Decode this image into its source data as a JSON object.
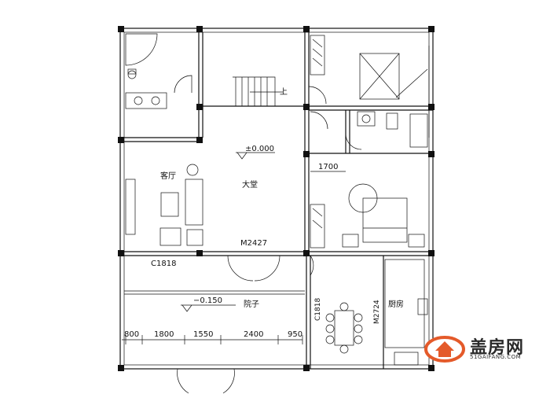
{
  "labels": {
    "hall": "大堂",
    "living": "客厅",
    "yard": "院子",
    "kitchen": "厨房",
    "stair_up": "上",
    "level_floor": "±0.000",
    "level_yard": "−0.150",
    "door_main": "M2427",
    "door_kitchen": "M2724",
    "window_living": "C1818",
    "window_dining": "C1818",
    "dim_corridor": "1700"
  },
  "dims": [
    "800",
    "1800",
    "1550",
    "2400",
    "950"
  ],
  "watermark": {
    "name": "盖房网",
    "url": "51GAIFANG.COM"
  }
}
